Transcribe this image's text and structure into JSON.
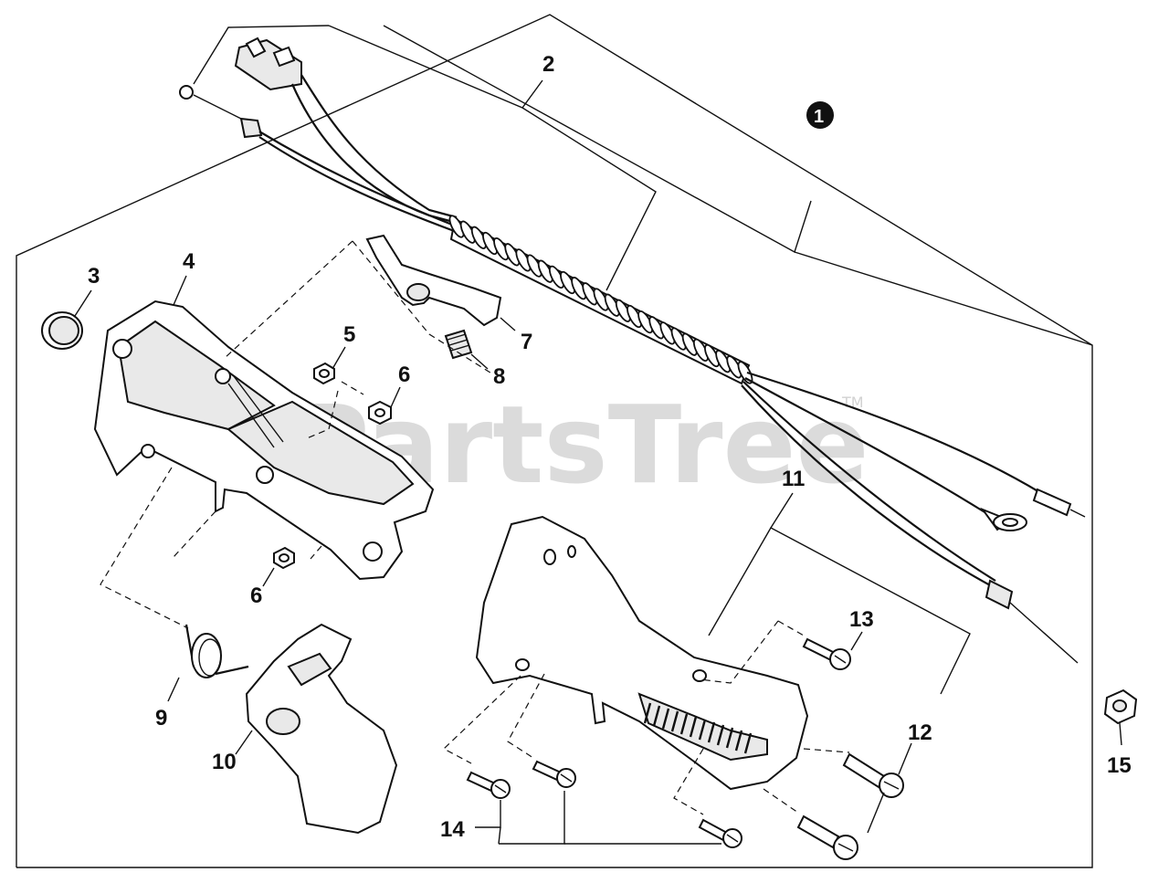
{
  "watermark": {
    "text": "PartsTree",
    "trademark": "TM"
  },
  "callouts": {
    "c1": "1",
    "c2": "2",
    "c3": "3",
    "c4": "4",
    "c5": "5",
    "c6a": "6",
    "c6b": "6",
    "c7": "7",
    "c8": "8",
    "c9": "9",
    "c10": "10",
    "c11": "11",
    "c12": "12",
    "c13": "13",
    "c14": "14",
    "c15": "15"
  },
  "colors": {
    "line": "#111111",
    "watermark": "#bfbfbf",
    "background": "#ffffff"
  }
}
